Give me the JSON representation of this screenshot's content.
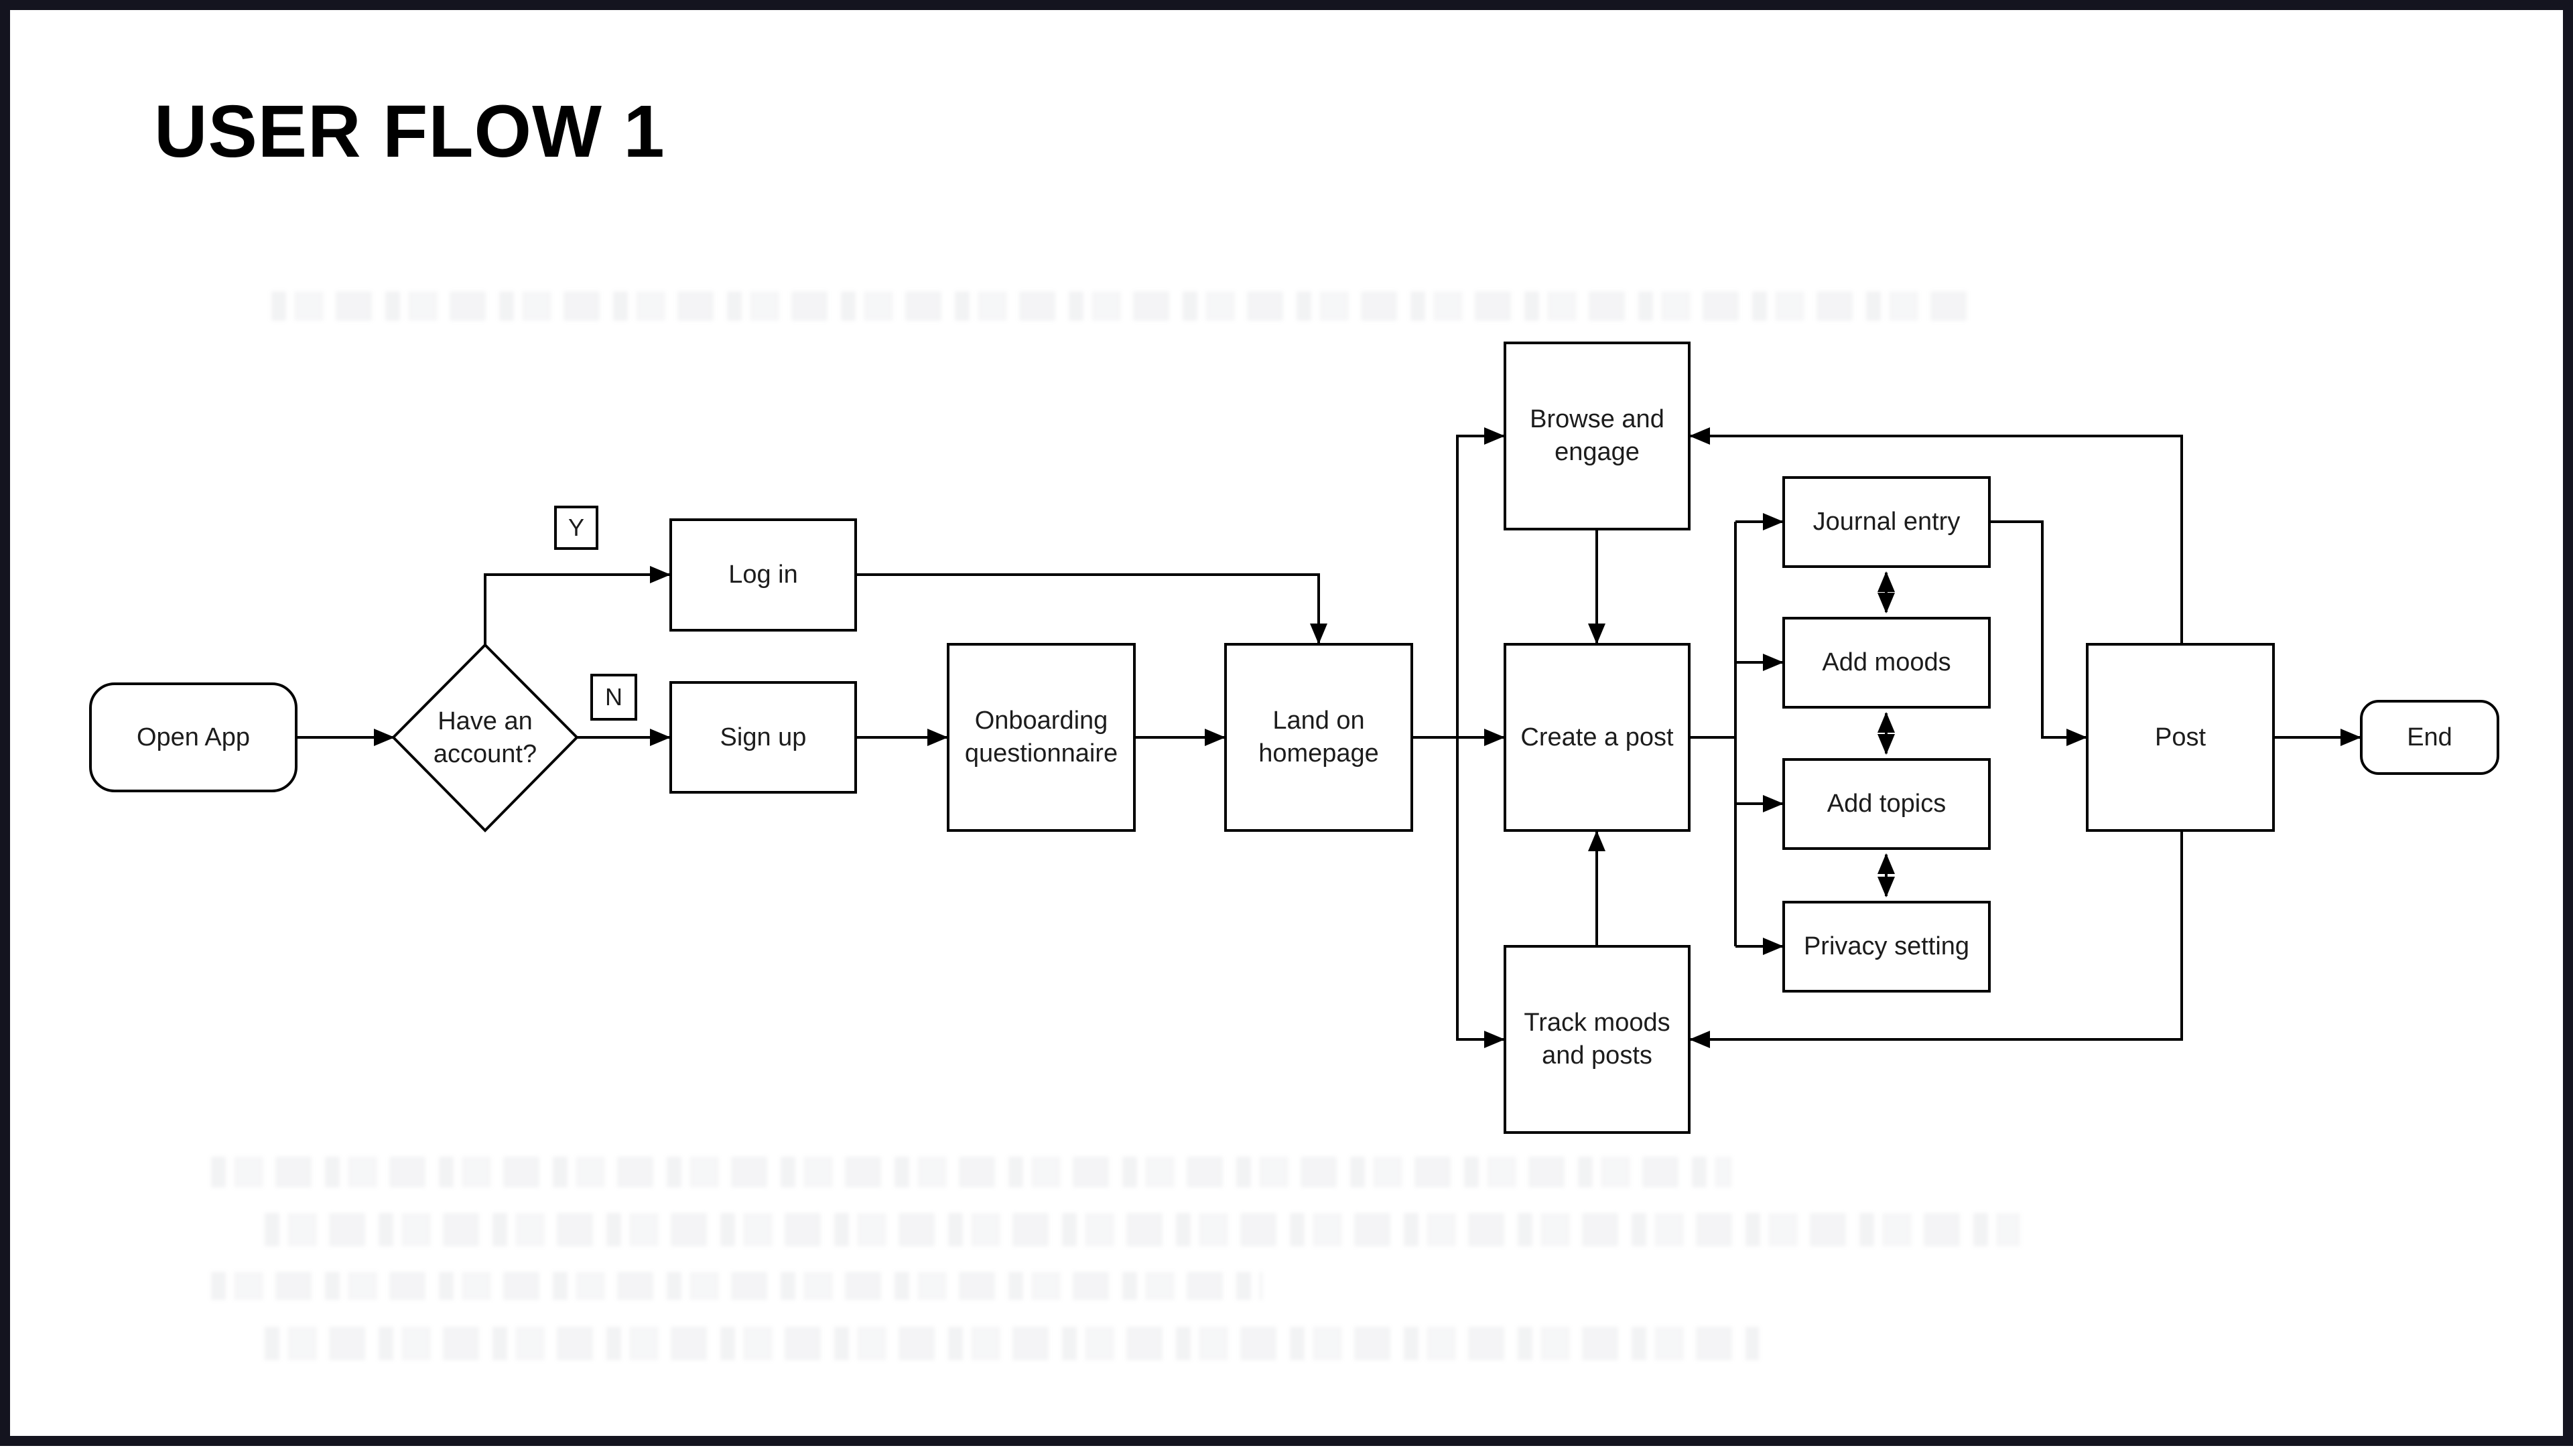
{
  "title": "USER FLOW 1",
  "diagram_type": "flowchart",
  "colors": {
    "frame": "#14141f",
    "background": "#ffffff",
    "stroke": "#000000",
    "text": "#1c1c1c"
  },
  "flowchart": {
    "nodes": {
      "open_app": {
        "label": "Open App",
        "shape": "rounded"
      },
      "have_account": {
        "label": "Have an account?",
        "shape": "diamond"
      },
      "branch_yes": {
        "label": "Y",
        "shape": "small-square"
      },
      "branch_no": {
        "label": "N",
        "shape": "small-square"
      },
      "log_in": {
        "label": "Log in",
        "shape": "rect"
      },
      "sign_up": {
        "label": "Sign up",
        "shape": "rect"
      },
      "onboarding": {
        "label": "Onboarding questionnaire",
        "shape": "rect"
      },
      "land_homepage": {
        "label": "Land on homepage",
        "shape": "rect"
      },
      "browse_engage": {
        "label": "Browse and engage",
        "shape": "rect"
      },
      "create_post": {
        "label": "Create a post",
        "shape": "rect"
      },
      "track_moods": {
        "label": "Track moods and posts",
        "shape": "rect"
      },
      "journal_entry": {
        "label": "Journal entry",
        "shape": "rect"
      },
      "add_moods": {
        "label": "Add moods",
        "shape": "rect"
      },
      "add_topics": {
        "label": "Add topics",
        "shape": "rect"
      },
      "privacy_setting": {
        "label": "Privacy setting",
        "shape": "rect"
      },
      "post": {
        "label": "Post",
        "shape": "rect"
      },
      "end": {
        "label": "End",
        "shape": "rounded"
      }
    },
    "edges": [
      {
        "from": "open_app",
        "to": "have_account",
        "arrow": "end"
      },
      {
        "from": "have_account",
        "to": "log_in",
        "arrow": "end",
        "label": "Y"
      },
      {
        "from": "have_account",
        "to": "sign_up",
        "arrow": "end",
        "label": "N"
      },
      {
        "from": "log_in",
        "to": "land_homepage",
        "arrow": "end"
      },
      {
        "from": "sign_up",
        "to": "onboarding",
        "arrow": "end"
      },
      {
        "from": "onboarding",
        "to": "land_homepage",
        "arrow": "end"
      },
      {
        "from": "land_homepage",
        "to": "create_post",
        "arrow": "end"
      },
      {
        "from": "land_homepage",
        "to": "browse_engage",
        "arrow": "end"
      },
      {
        "from": "land_homepage",
        "to": "track_moods",
        "arrow": "end"
      },
      {
        "from": "browse_engage",
        "to": "create_post",
        "arrow": "end"
      },
      {
        "from": "track_moods",
        "to": "create_post",
        "arrow": "end"
      },
      {
        "from": "create_post",
        "to": "journal_entry",
        "arrow": "end"
      },
      {
        "from": "create_post",
        "to": "add_moods",
        "arrow": "end"
      },
      {
        "from": "create_post",
        "to": "add_topics",
        "arrow": "end"
      },
      {
        "from": "create_post",
        "to": "privacy_setting",
        "arrow": "end"
      },
      {
        "from": "journal_entry",
        "to": "add_moods",
        "arrow": "both"
      },
      {
        "from": "add_moods",
        "to": "add_topics",
        "arrow": "both"
      },
      {
        "from": "add_topics",
        "to": "privacy_setting",
        "arrow": "both"
      },
      {
        "from": "journal_entry",
        "to": "post",
        "arrow": "end"
      },
      {
        "from": "post",
        "to": "browse_engage",
        "arrow": "end"
      },
      {
        "from": "post",
        "to": "track_moods",
        "arrow": "end"
      },
      {
        "from": "post",
        "to": "end",
        "arrow": "end"
      }
    ]
  }
}
